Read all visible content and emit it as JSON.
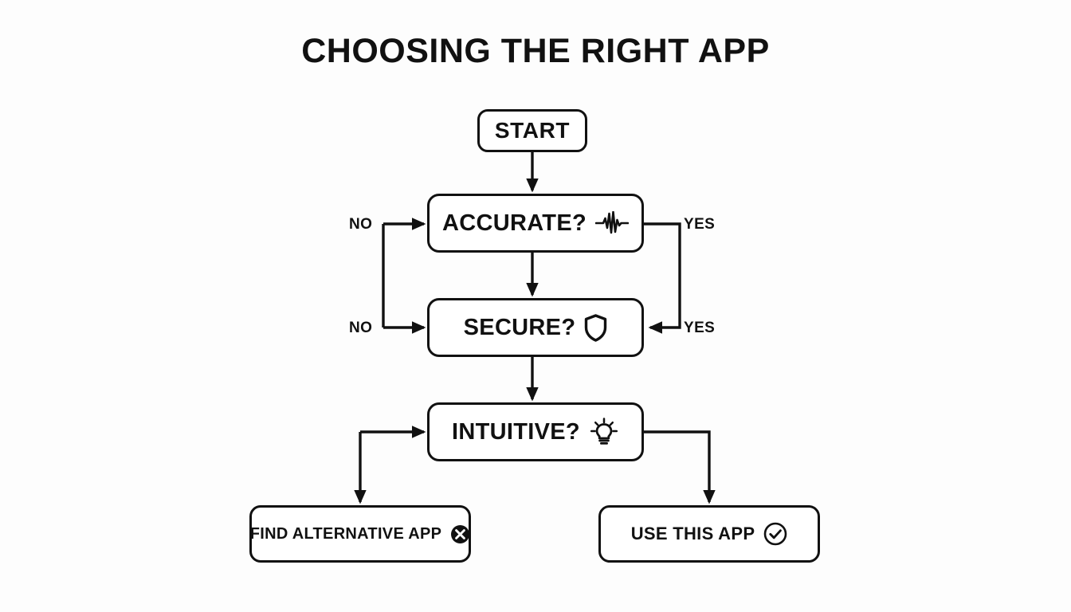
{
  "diagram": {
    "title": "CHOOSING THE RIGHT APP",
    "background_color": "#fdfdfd",
    "line_color": "#111111",
    "nodes": {
      "start": {
        "label": "START",
        "icon": ""
      },
      "accurate": {
        "label": "ACCURATE?",
        "icon": "pulse-waveform-icon"
      },
      "secure": {
        "label": "SECURE?",
        "icon": "shield-icon"
      },
      "intuitive": {
        "label": "INTUITIVE?",
        "icon": "lightbulb-icon"
      },
      "find": {
        "label": "FIND ALTERNATIVE APP",
        "icon": "circle-x-icon"
      },
      "use": {
        "label": "USE THIS APP",
        "icon": "circle-check-icon"
      }
    },
    "edge_labels": {
      "no_1": "NO",
      "no_2": "NO",
      "yes_1": "YES",
      "yes_2": "YES"
    }
  }
}
